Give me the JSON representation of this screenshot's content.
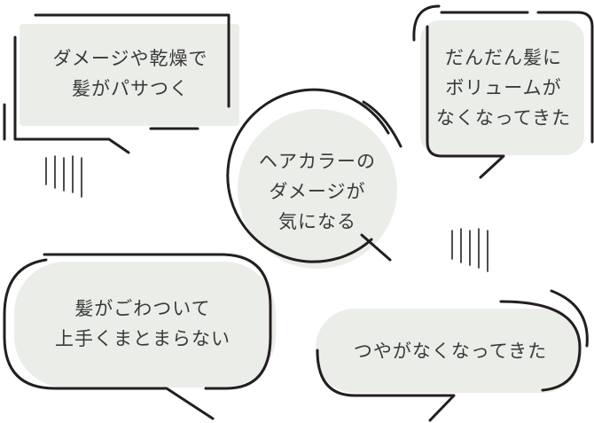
{
  "colors": {
    "fill": "#ebeee8",
    "stroke": "#231f20",
    "text": "#3a3a3a"
  },
  "bubbles": [
    {
      "id": "damage-dry",
      "lines": [
        "ダメージや乾燥で",
        "髪がパサつく"
      ]
    },
    {
      "id": "thin-volume",
      "lines": [
        "だんだん髪に",
        "ボリュームが",
        "なくなってきた"
      ]
    },
    {
      "id": "hair-color",
      "lines": [
        "ヘアカラーの",
        "ダメージが",
        "気になる"
      ]
    },
    {
      "id": "stiff-hair",
      "lines": [
        "髪がごわついて",
        "上手くまとまらない"
      ]
    },
    {
      "id": "no-gloss",
      "lines": [
        "つやがなくなってきた"
      ]
    }
  ]
}
